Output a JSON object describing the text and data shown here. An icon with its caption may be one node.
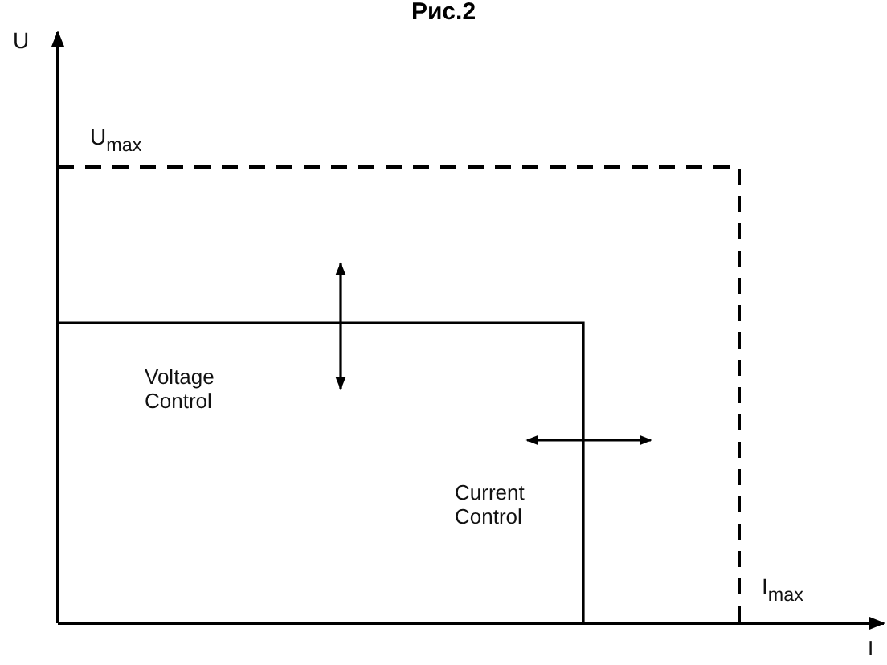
{
  "diagram": {
    "title": "Рис.2",
    "labels": [
      "U",
      "U$_{max}$",
      "Voltage Control",
      "Current Control",
      "I$_{max}$",
      "I"
    ]
  }
}
